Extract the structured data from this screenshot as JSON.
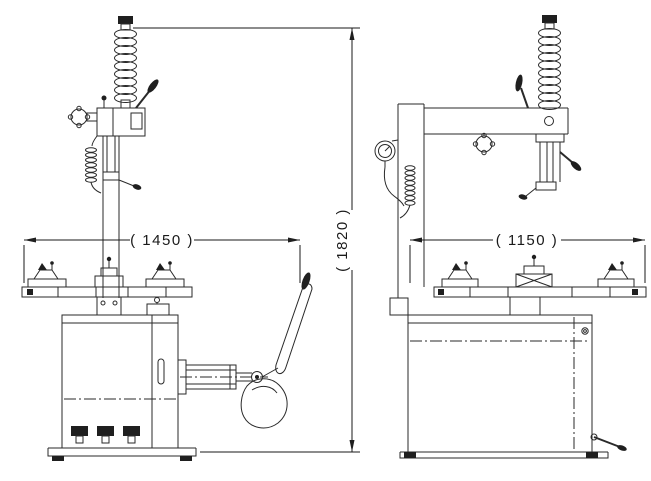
{
  "drawing": {
    "background": "#ffffff",
    "line_color": "#2a2a2a",
    "views": {
      "front": "front-view",
      "side": "side-view"
    },
    "dimensions": {
      "front_width": "( 1450 )",
      "overall_height": "( 1820 )",
      "side_width": "( 1150 )"
    }
  }
}
